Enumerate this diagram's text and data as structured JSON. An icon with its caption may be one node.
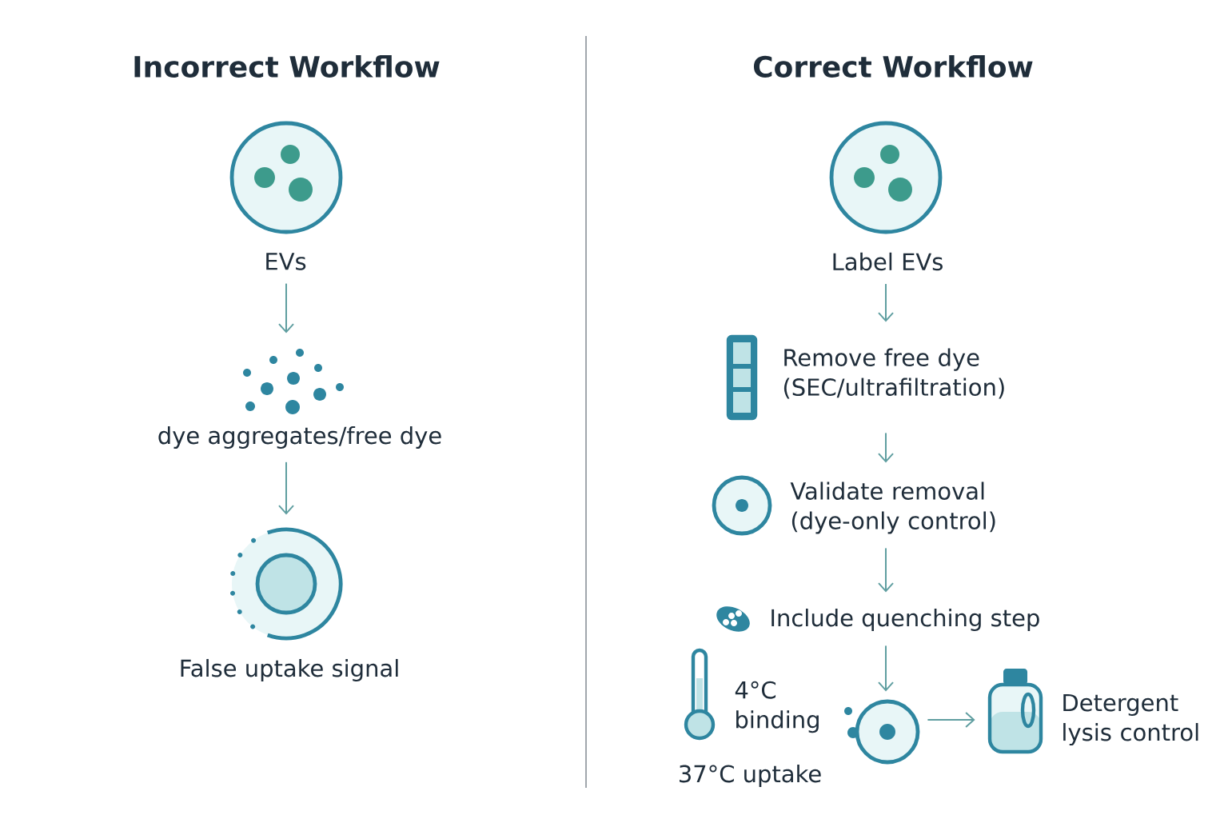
{
  "diagram": {
    "nodes": [
      {
        "text": [
          "EVs"
        ]
      },
      {
        "text": [
          "dye aggregates/free dye"
        ]
      },
      {
        "text": [
          "False uptake signal"
        ]
      },
      {
        "text": [
          "Label EVs"
        ]
      },
      {
        "text": [
          "Remove free dye (SEC/ultrafiltration)"
        ]
      },
      {
        "text": [
          "Validate removal (dye-only control)"
        ]
      },
      {
        "text": [
          "Include quenching step"
        ]
      },
      {
        "text": [
          "4°C binding",
          "37°C uptake"
        ]
      },
      {
        "text": [],
        "shape": "circle"
      },
      {
        "text": [
          "Detergent lysis control"
        ]
      }
    ],
    "edges": [
      {
        "from": 0,
        "to": 1,
        "arrow": "to"
      },
      {
        "from": 1,
        "to": 2,
        "arrow": "to"
      },
      {
        "from": 3,
        "to": 4,
        "arrow": "to"
      },
      {
        "from": 4,
        "to": 5,
        "arrow": "to"
      },
      {
        "from": 5,
        "to": 6,
        "arrow": "to"
      },
      {
        "from": 6,
        "to": 8,
        "arrow": "to"
      },
      {
        "from": 8,
        "to": 9,
        "arrow": "to"
      }
    ],
    "labels": [
      "Incorrect Workflow",
      "Correct Workflow"
    ]
  }
}
